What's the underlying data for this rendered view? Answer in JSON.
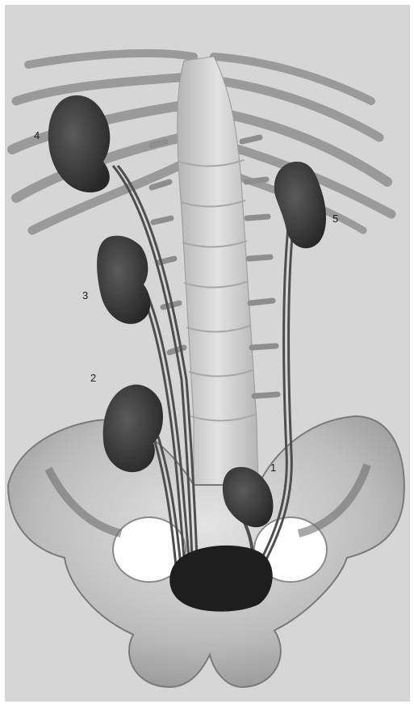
{
  "figure": {
    "labels": [
      "1",
      "2",
      "3",
      "4",
      "5"
    ]
  },
  "colors": {
    "paper": "#d9d9d9",
    "bone_light": "#cfcfcf",
    "bone_shade": "#8a8a8a",
    "organ_dark": "#3a3a3a",
    "bladder": "#1f1f1f",
    "ureter": "#555555"
  }
}
